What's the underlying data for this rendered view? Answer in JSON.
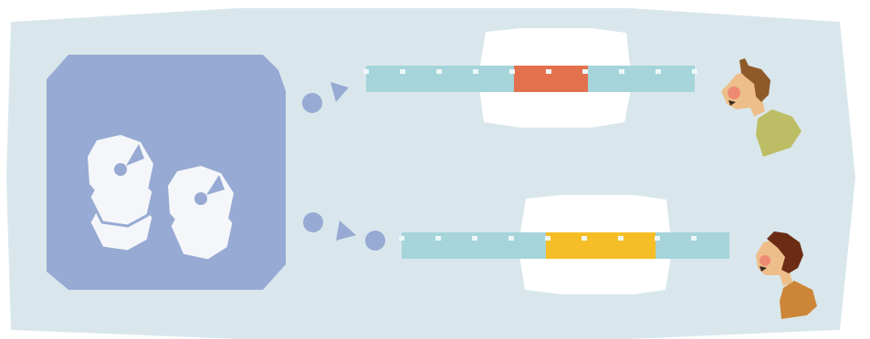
{
  "colors": {
    "page_background": "#ffffff",
    "panel_background": "#d9e7ec",
    "server_box": "#96aad3",
    "disk": "#f4f6f9",
    "accent_blue": "#96aad3",
    "film_strip": "#a5d5da",
    "film_hole": "#eef7f8",
    "frame_backdrop": "#ffffff",
    "segment_top": "#e3714d",
    "segment_bottom": "#f6be26",
    "skin": "#eebe8a",
    "cheek": "#ee8a73",
    "hair_top": "#8f5a2a",
    "hair_bottom": "#6b2c14",
    "shirt_top": "#bdbd65",
    "shirt_bottom": "#cd8637"
  },
  "icons": {
    "server": "server-icon",
    "disk_stack": "disk-stack-icon",
    "stream_arrow": "stream-arrow-icon",
    "viewer": "person-icon"
  },
  "streams": [
    {
      "segment_start": 0.45,
      "segment_end": 0.675,
      "segment_color_key": "segment_top"
    },
    {
      "segment_start": 0.44,
      "segment_end": 0.775,
      "segment_color_key": "segment_bottom"
    }
  ]
}
